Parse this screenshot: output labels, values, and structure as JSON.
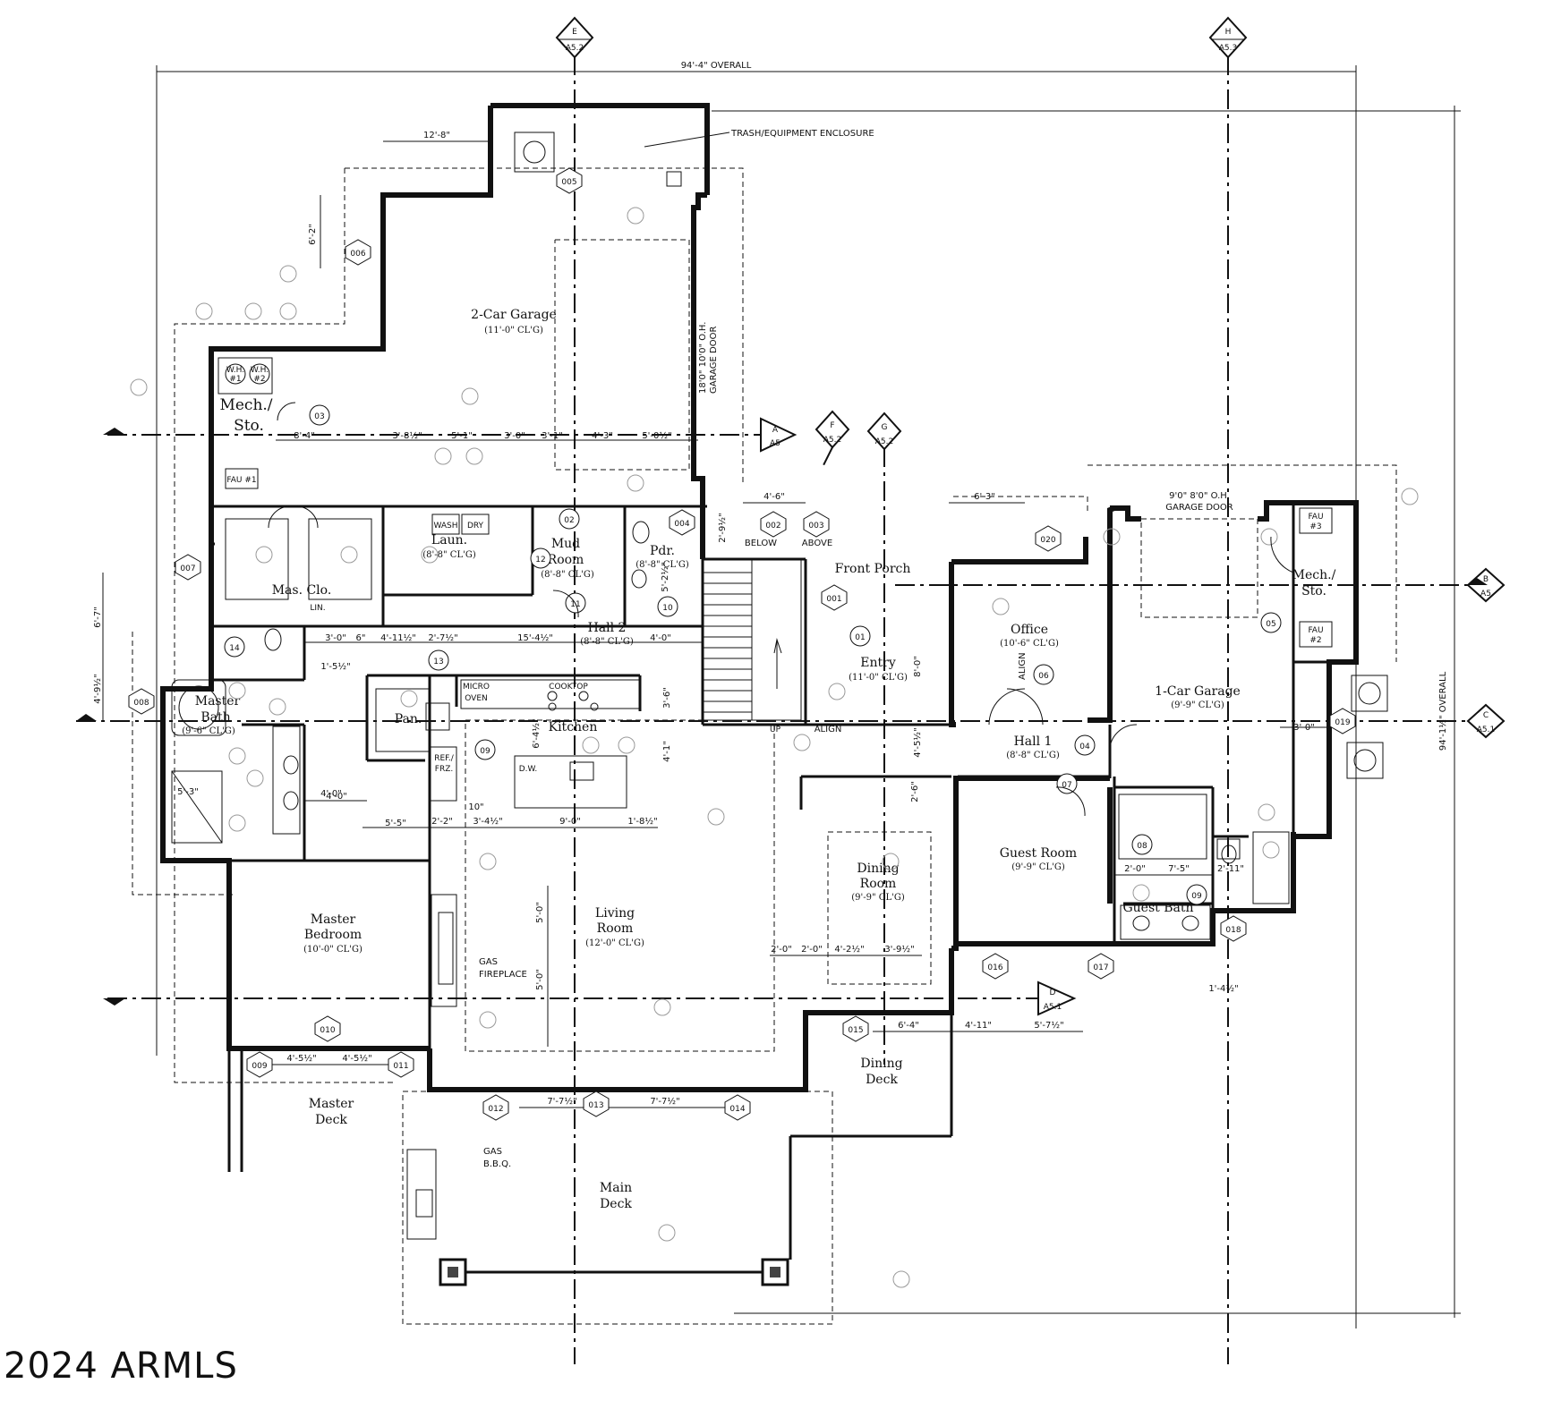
{
  "rooms": [
    {
      "id": "garage2",
      "name": "2-Car Garage",
      "ceiling": "(11'-0\" CL'G)"
    },
    {
      "id": "mech1",
      "name": "Mech./",
      "name2": "Sto."
    },
    {
      "id": "laundry",
      "name": "Laun.",
      "ceiling": "(8'-8\" CL'G)"
    },
    {
      "id": "mud",
      "name": "Mud",
      "name2": "Room",
      "ceiling": "(8'-8\" CL'G)"
    },
    {
      "id": "pdr",
      "name": "Pdr.",
      "ceiling": "(8'-8\" CL'G)"
    },
    {
      "id": "hall2",
      "name": "Hall 2",
      "ceiling": "(8'-8\" CL'G)"
    },
    {
      "id": "masclo",
      "name": "Mas. Clo."
    },
    {
      "id": "masterbath",
      "name": "Master",
      "name2": "Bath",
      "ceiling": "(9'-6\" CL'G)"
    },
    {
      "id": "pantry",
      "name": "Pan."
    },
    {
      "id": "kitchen",
      "name": "Kitchen"
    },
    {
      "id": "living",
      "name": "Living",
      "name2": "Room",
      "ceiling": "(12'-0\" CL'G)"
    },
    {
      "id": "masterbed",
      "name": "Master",
      "name2": "Bedroom",
      "ceiling": "(10'-0\" CL'G)"
    },
    {
      "id": "masterdeck",
      "name": "Master",
      "name2": "Deck"
    },
    {
      "id": "maindeck",
      "name": "Main",
      "name2": "Deck"
    },
    {
      "id": "frontporch",
      "name": "Front Porch"
    },
    {
      "id": "entry",
      "name": "Entry",
      "ceiling": "(11'-0\" CL'G)"
    },
    {
      "id": "office",
      "name": "Office",
      "ceiling": "(10'-6\" CL'G)"
    },
    {
      "id": "hall1",
      "name": "Hall 1",
      "ceiling": "(8'-8\" CL'G)"
    },
    {
      "id": "dining",
      "name": "Dining",
      "name2": "Room",
      "ceiling": "(9'-9\" CL'G)"
    },
    {
      "id": "diningdeck",
      "name": "Dining",
      "name2": "Deck"
    },
    {
      "id": "guestroom",
      "name": "Guest Room",
      "ceiling": "(9'-9\" CL'G)"
    },
    {
      "id": "guestbath",
      "name": "Guest Bath"
    },
    {
      "id": "garage1",
      "name": "1-Car Garage",
      "ceiling": "(9'-9\" CL'G)"
    },
    {
      "id": "mech2",
      "name": "Mech./",
      "name2": "Sto."
    }
  ],
  "notes": {
    "trash": "TRASH/EQUIPMENT ENCLOSURE",
    "garage_door_2": "18'0\" 10'0\" O.H.",
    "garage_door_2b": "GARAGE DOOR",
    "garage_door_1": "9'0\" 8'0\" O.H.",
    "garage_door_1b": "GARAGE DOOR",
    "gas_fireplace": "GAS",
    "gas_fireplace2": "FIREPLACE",
    "gas_bbq": "GAS",
    "gas_bbq2": "B.B.Q.",
    "below": "BELOW",
    "above": "ABOVE",
    "up": "UP",
    "align": "ALIGN",
    "align2": "ALIGN",
    "lin": "LIN.",
    "wash": "WASH",
    "dry": "DRY",
    "micro": "MICRO",
    "oven": "OVEN",
    "cooktop": "COOKTOP",
    "refrz": "REF./",
    "refrz2": "FRZ.",
    "dw": "D.W.",
    "fau1": "FAU #1",
    "fau2": "FAU",
    "fau2b": "#2",
    "fau3": "FAU",
    "fau3b": "#3",
    "wh1": "W.H.",
    "wh1b": "#1",
    "wh2": "W.H.",
    "wh2b": "#2"
  },
  "dimensions": {
    "overall_width": "94'-4\" OVERALL",
    "overall_depth": "94'-1½\" OVERALL",
    "d_12_8": "12'-8\"",
    "d_6_2": "6'-2\"",
    "d_8_4": "8'-4\"",
    "d_3_8h": "3'-8½\"",
    "d_5_1": "5'-1\"",
    "d_3_0a": "3'-0\"",
    "d_3_1": "3'-1\"",
    "d_4_3": "4'-3\"",
    "d_5_0h": "5'-0½\"",
    "d_4_6": "4'-6\"",
    "d_6_3": "6'-3\"",
    "d_6_7": "6'-7\"",
    "d_4_9h": "4'-9½\"",
    "d_15_4h": "15'-4½\"",
    "d_4_0a": "4'-0\"",
    "d_2_7h": "2'-7½\"",
    "d_4_11h": "4'-11½\"",
    "d_3_0b": "3'-0\"",
    "d_6a": "6\"",
    "d_1_5h": "1'-5½\"",
    "d_5_5": "5'-5\"",
    "d_4_0b": "4'-0\"",
    "d_2_2": "2'-2\"",
    "d_3_4h": "3'-4½\"",
    "d_9_0": "9'-0\"",
    "d_1_8h": "1'-8½\"",
    "d_10": "10\"",
    "d_5_0": "5'-0\"",
    "d_2_0a": "2'-0\"",
    "d_2_0b": "2'-0\"",
    "d_4_2h": "4'-2½\"",
    "d_3_9h": "3'-9½\"",
    "d_6_4": "6'-4\"",
    "d_4_11": "4'-11\"",
    "d_5_7h": "5'-7½\"",
    "d_7_5": "7'-5\"",
    "d_2_0c": "2'-0\"",
    "d_2_11": "2'-11\"",
    "d_1_4h": "1'-4½\"",
    "d_3_0c": "3'-0\"",
    "d_4_5ha": "4'-5½\"",
    "d_4_5hb": "4'-5½\"",
    "d_7_7ha": "7'-7½\"",
    "d_7_7hb": "7'-7½\"",
    "d_8_0": "8'-0\"",
    "d_4_5hc": "4'-5½\"",
    "d_2_6": "2'-6\"",
    "d_3_6": "3'-6\"",
    "d_4_1": "4'-1\"",
    "d_5_2h": "5'-2½\"",
    "d_2_9h": "2'-9½\"",
    "d_6_4h": "6'-4½\"",
    "d_5_3": "5'-3\"",
    "d_4_0c": "4'-0\""
  },
  "section_markers": [
    {
      "letter": "E",
      "sheet": "A5.2"
    },
    {
      "letter": "H",
      "sheet": "A5.3"
    },
    {
      "letter": "A",
      "sheet": "A5"
    },
    {
      "letter": "F",
      "sheet": "A5.2"
    },
    {
      "letter": "G",
      "sheet": "A5.2"
    },
    {
      "letter": "B",
      "sheet": "A5"
    },
    {
      "letter": "C",
      "sheet": "A5.1"
    },
    {
      "letter": "D",
      "sheet": "A5.1"
    }
  ],
  "window_tags": [
    "005",
    "006",
    "007",
    "008",
    "009",
    "010",
    "011",
    "012",
    "013",
    "014",
    "015",
    "016",
    "017",
    "018",
    "019",
    "020",
    "001",
    "002",
    "003",
    "004"
  ],
  "door_tags": [
    "01",
    "02",
    "03",
    "04",
    "05",
    "06",
    "07",
    "08",
    "09",
    "10",
    "11",
    "12",
    "13",
    "14"
  ],
  "copyright": "2024 ARMLS"
}
